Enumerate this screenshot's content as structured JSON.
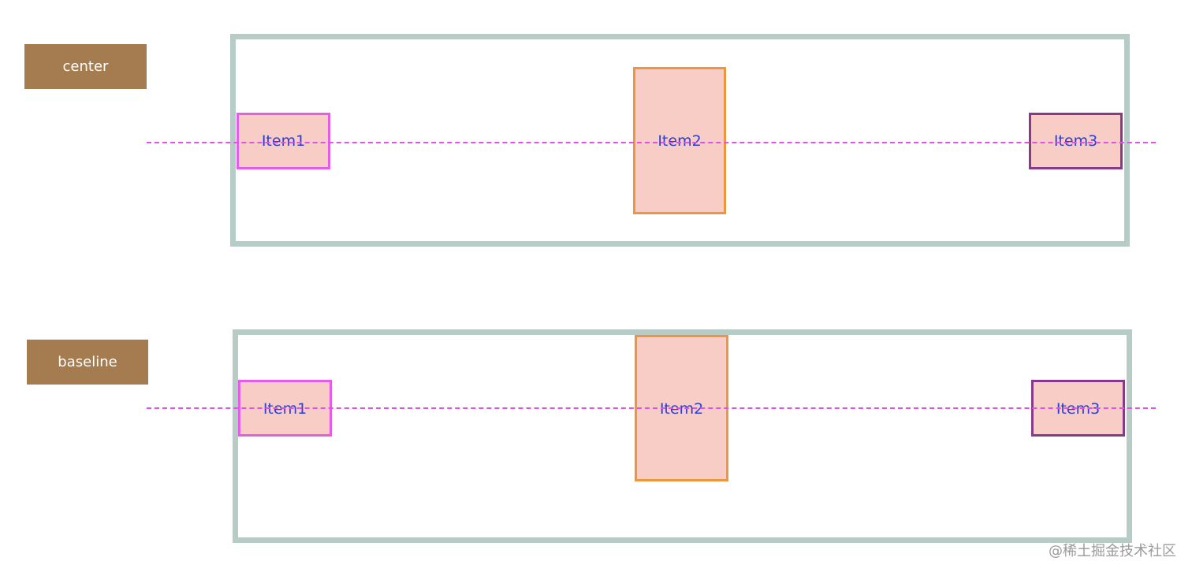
{
  "sections": [
    {
      "label": "center",
      "items": [
        "Item1",
        "Item2",
        "Item3"
      ]
    },
    {
      "label": "baseline",
      "items": [
        "Item1",
        "Item2",
        "Item3"
      ]
    }
  ],
  "colors": {
    "label_bg": "#a57c4f",
    "container_border": "#b7cbc7",
    "item_fill": "#f7cdc6",
    "item_text": "#2b3fd6",
    "item1_border": "#e35de9",
    "item2_border": "#ec963f",
    "item3_border": "#873a8a",
    "guide_line": "#e052e6"
  },
  "watermark": "@稀土掘金技术社区"
}
